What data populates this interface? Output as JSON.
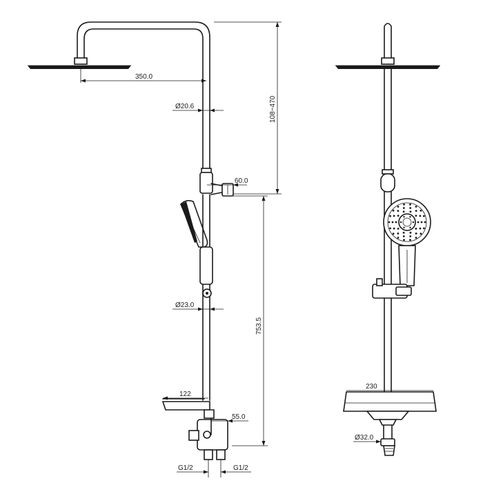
{
  "dimensions": {
    "head_offset": "350.0",
    "pipe_diameter_upper": "Ø20.6",
    "height_adjust": "108~470",
    "slide_arm": "60.0",
    "pipe_diameter_lower": "Ø23.0",
    "pipe_length": "753.5",
    "shelf_depth": "122",
    "valve_projection": "55.0",
    "inlet_left": "G1/2",
    "inlet_right": "G1/2",
    "shelf_width": "230",
    "spout_diameter": "Ø32.0"
  }
}
